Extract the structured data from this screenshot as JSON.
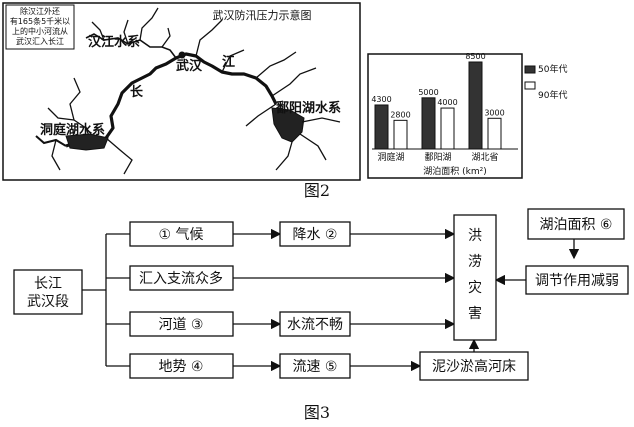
{
  "figure2": {
    "caption": "图2",
    "map": {
      "title": "武汉防汛压力示意图",
      "note_lines": [
        "除汉江外还",
        "有165条5千米以",
        "上的中小河流从",
        "武汉汇入长江"
      ],
      "labels": {
        "hanjiang": "汉江水系",
        "wuhan": "武汉",
        "jiang": "江",
        "chang": "长",
        "dongting": "洞庭湖水系",
        "poyang": "鄱阳湖水系"
      }
    },
    "chart_data": {
      "type": "bar",
      "xlabel": "湖泊面积 (km²)",
      "categories": [
        "洞庭湖",
        "鄱阳湖",
        "湖北省"
      ],
      "series": [
        {
          "name": "50年代",
          "values": [
            4300,
            5000,
            8500
          ],
          "color": "#333333"
        },
        {
          "name": "90年代",
          "values": [
            2800,
            4000,
            3000
          ],
          "color": "#ffffff"
        }
      ],
      "data_labels": [
        [
          "4300",
          "2800"
        ],
        [
          "5000",
          "4000"
        ],
        [
          "8500",
          "3000"
        ]
      ],
      "legend": {
        "position": "top-right",
        "items": [
          "50年代",
          "90年代"
        ]
      }
    }
  },
  "figure3": {
    "caption": "图3",
    "nodes": {
      "start": [
        "长江",
        "武汉段"
      ],
      "climate": "① 气候",
      "precip": "降水 ②",
      "tributary": "汇入支流众多",
      "channel": "河道 ③",
      "flow": "水流不畅",
      "terrain": "地势 ④",
      "speed": "流速 ⑤",
      "silt": "泥沙淤高河床",
      "lake": "湖泊面积 ⑥",
      "regulate": "调节作用减弱",
      "disaster": [
        "洪",
        "涝",
        "灾",
        "害"
      ]
    }
  }
}
